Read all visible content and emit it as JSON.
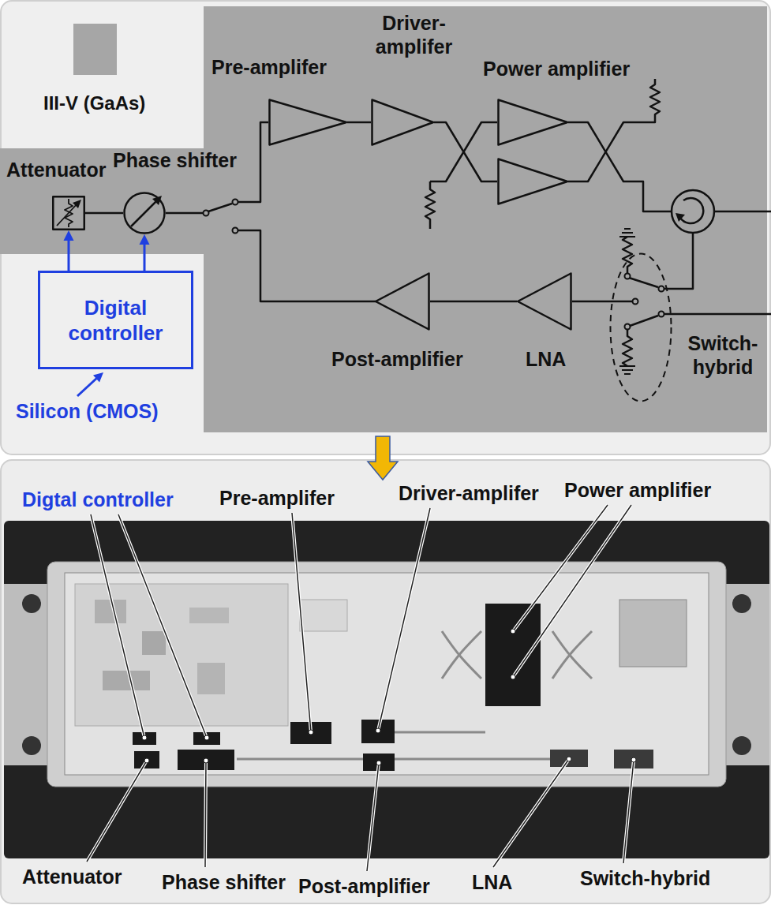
{
  "diagram": {
    "nodes": [
      {
        "text": [
          "Attenuator"
        ]
      },
      {
        "text": [
          "Phase shifter"
        ]
      },
      {
        "text": [
          "Digital controller"
        ]
      },
      {
        "text": [
          "Pre-amplifer"
        ]
      },
      {
        "text": [
          "Driver-amplifer"
        ]
      },
      {
        "text": [
          "Power amplifier"
        ]
      },
      {
        "text": [
          "Switch-hybrid"
        ]
      },
      {
        "text": [
          "LNA"
        ]
      },
      {
        "text": [
          "Post-amplifier"
        ]
      }
    ],
    "edges": [
      {
        "from": 0,
        "to": 1,
        "arrow": "none"
      },
      {
        "from": 2,
        "to": 0,
        "arrow": "to"
      },
      {
        "from": 2,
        "to": 1,
        "arrow": "to"
      },
      {
        "from": 3,
        "to": 4,
        "arrow": "none"
      },
      {
        "from": 6,
        "to": 7,
        "arrow": "none"
      },
      {
        "from": 7,
        "to": 8,
        "arrow": "none"
      }
    ],
    "labels": [
      "Silicon (CMOS)",
      "Digtal controller",
      "Pre-amplifer",
      "Driver-amplifer",
      "Power amplifier",
      "Attenuator",
      "Phase shifter",
      "Post-amplifier",
      "LNA",
      "Switch-hybrid"
    ],
    "legend": [
      {
        "text": "III-V (GaAs)",
        "color": "#a6a6a6"
      }
    ]
  }
}
